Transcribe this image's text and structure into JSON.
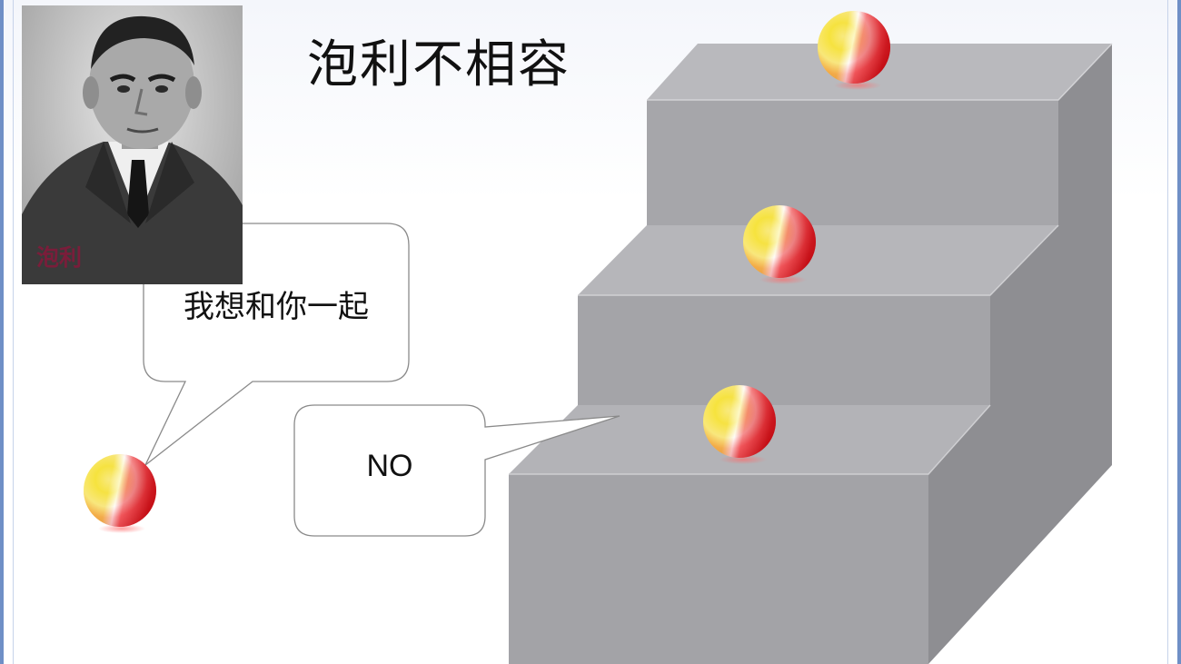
{
  "title": "泡利不相容",
  "portrait": {
    "caption": "泡利"
  },
  "bubbles": {
    "first": "我想和你一起",
    "second": "NO"
  },
  "colors": {
    "frame_border": "#6f8fc6",
    "stair_top": "#b8b8bc",
    "stair_front": "#a7a7ab",
    "stair_side": "#8e8e92",
    "ball_yellow": "#f7e63a",
    "ball_red": "#e01b22",
    "caption": "#7a1d3a"
  }
}
